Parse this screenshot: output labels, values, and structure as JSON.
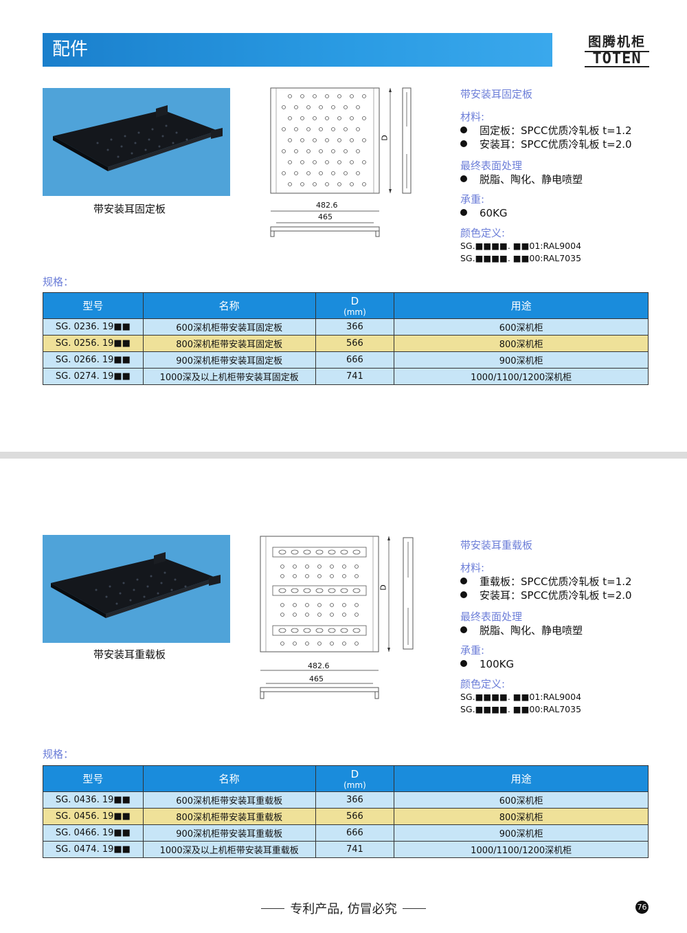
{
  "header": {
    "title": "配件"
  },
  "logo": {
    "cn": "图腾机柜",
    "en": "TOTEN"
  },
  "section1": {
    "caption": "带安装耳固定板",
    "drawing": {
      "width_outer": "482.6",
      "width_inner": "465",
      "depth_label": "D"
    },
    "info": {
      "title": "带安装耳固定板",
      "material_label": "材料:",
      "materials": [
        "固定板：SPCC优质冷轧板 t=1.2",
        "安装耳：SPCC优质冷轧板 t=2.0"
      ],
      "finish_label": "最终表面处理",
      "finish": "脱脂、陶化、静电喷塑",
      "load_label": "承重:",
      "load": "60KG",
      "color_label": "颜色定义:",
      "colors": [
        "SG.■■■■. ■■01:RAL9004",
        "SG.■■■■. ■■00:RAL7035"
      ]
    },
    "spec_label": "规格：",
    "table": {
      "headers": {
        "model": "型号",
        "name": "名称",
        "d": "D",
        "d_unit": "(mm)",
        "use": "用途"
      },
      "rows": [
        {
          "model": "SG. 0236. 19■■",
          "name": "600深机柜带安装耳固定板",
          "d": "366",
          "use": "600深机柜"
        },
        {
          "model": "SG. 0256. 19■■",
          "name": "800深机柜带安装耳固定板",
          "d": "566",
          "use": "800深机柜"
        },
        {
          "model": "SG. 0266. 19■■",
          "name": "900深机柜带安装耳固定板",
          "d": "666",
          "use": "900深机柜"
        },
        {
          "model": "SG. 0274. 19■■",
          "name": "1000深及以上机柜带安装耳固定板",
          "d": "741",
          "use": "1000/1100/1200深机柜"
        }
      ]
    }
  },
  "section2": {
    "caption": "带安装耳重载板",
    "drawing": {
      "width_outer": "482.6",
      "width_inner": "465",
      "depth_label": "D"
    },
    "info": {
      "title": "带安装耳重载板",
      "material_label": "材料:",
      "materials": [
        "重载板：SPCC优质冷轧板 t=1.2",
        "安装耳：SPCC优质冷轧板 t=2.0"
      ],
      "finish_label": "最终表面处理",
      "finish": "脱脂、陶化、静电喷塑",
      "load_label": "承重:",
      "load": "100KG",
      "color_label": "颜色定义:",
      "colors": [
        "SG.■■■■. ■■01:RAL9004",
        "SG.■■■■. ■■00:RAL7035"
      ]
    },
    "spec_label": "规格：",
    "table": {
      "headers": {
        "model": "型号",
        "name": "名称",
        "d": "D",
        "d_unit": "(mm)",
        "use": "用途"
      },
      "rows": [
        {
          "model": "SG. 0436. 19■■",
          "name": "600深机柜带安装耳重载板",
          "d": "366",
          "use": "600深机柜"
        },
        {
          "model": "SG. 0456. 19■■",
          "name": "800深机柜带安装耳重载板",
          "d": "566",
          "use": "800深机柜"
        },
        {
          "model": "SG. 0466. 19■■",
          "name": "900深机柜带安装耳重载板",
          "d": "666",
          "use": "900深机柜"
        },
        {
          "model": "SG. 0474. 19■■",
          "name": "1000深及以上机柜带安装耳重载板",
          "d": "741",
          "use": "1000/1100/1200深机柜"
        }
      ]
    }
  },
  "footer": {
    "text": "专利产品, 仿冒必究",
    "page": "76"
  }
}
